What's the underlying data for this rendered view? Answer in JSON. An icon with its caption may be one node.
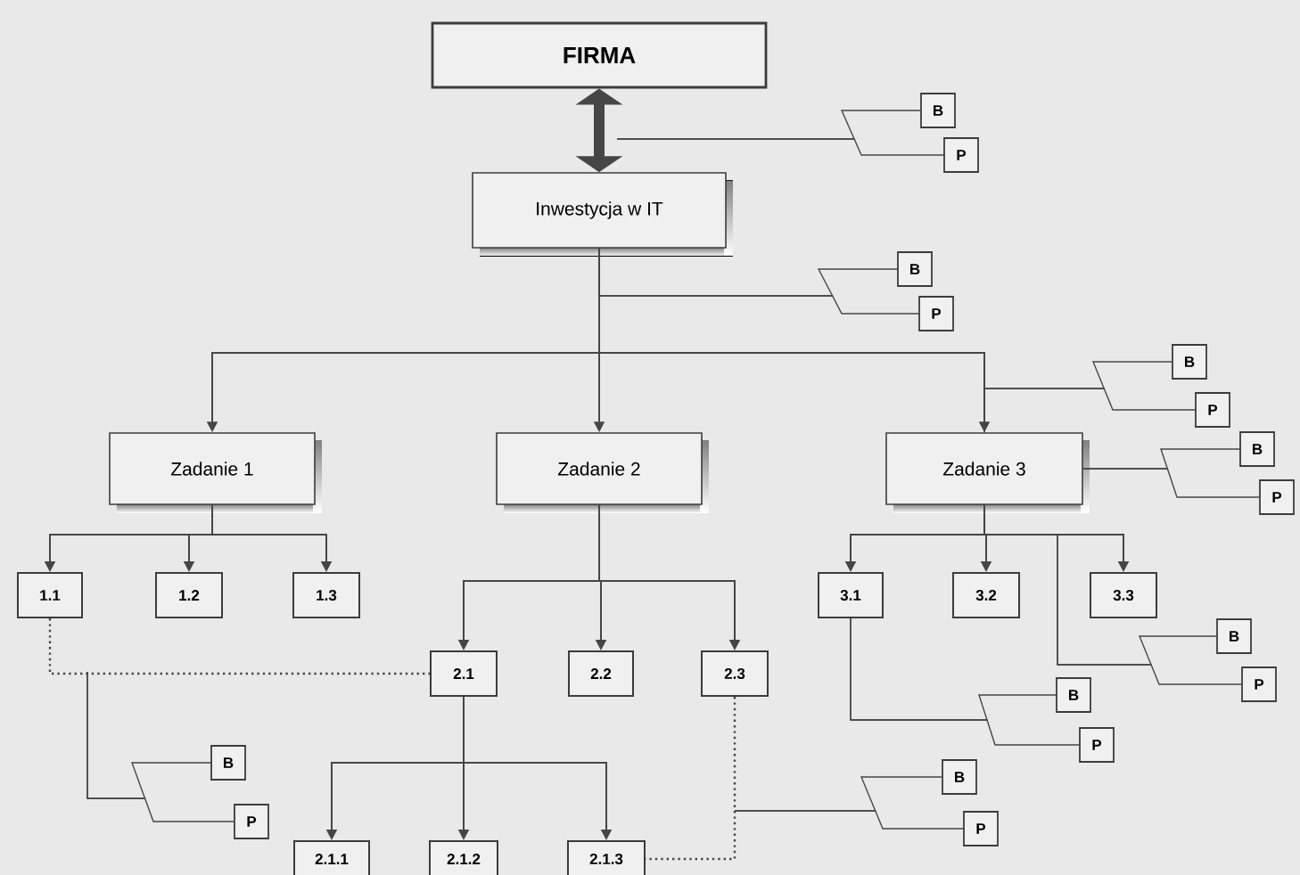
{
  "diagram": {
    "nodes": [
      {
        "text": [
          "FIRMA"
        ]
      },
      {
        "text": [
          "Inwestycja w IT"
        ]
      },
      {
        "text": [
          "Zadanie 1"
        ]
      },
      {
        "text": [
          "Zadanie 2"
        ]
      },
      {
        "text": [
          "Zadanie 3"
        ]
      },
      {
        "text": [
          "1.1"
        ]
      },
      {
        "text": [
          "1.2"
        ]
      },
      {
        "text": [
          "1.3"
        ]
      },
      {
        "text": [
          "2.1"
        ]
      },
      {
        "text": [
          "2.2"
        ]
      },
      {
        "text": [
          "2.3"
        ]
      },
      {
        "text": [
          "3.1"
        ]
      },
      {
        "text": [
          "3.2"
        ]
      },
      {
        "text": [
          "3.3"
        ]
      },
      {
        "text": [
          "2.1.1"
        ]
      },
      {
        "text": [
          "2.1.2"
        ]
      },
      {
        "text": [
          "2.1.3"
        ]
      },
      {
        "text": [
          "B"
        ]
      },
      {
        "text": [
          "P"
        ]
      },
      {
        "text": [
          "B"
        ]
      },
      {
        "text": [
          "P"
        ]
      },
      {
        "text": [
          "B"
        ]
      },
      {
        "text": [
          "P"
        ]
      },
      {
        "text": [
          "B"
        ]
      },
      {
        "text": [
          "P"
        ]
      },
      {
        "text": [
          "B"
        ]
      },
      {
        "text": [
          "P"
        ]
      },
      {
        "text": [
          "B"
        ]
      },
      {
        "text": [
          "P"
        ]
      },
      {
        "text": [
          "B"
        ]
      },
      {
        "text": [
          "P"
        ]
      },
      {
        "text": [
          "B"
        ]
      },
      {
        "text": [
          "P"
        ]
      }
    ],
    "edges": [
      {
        "from": 0,
        "to": 1,
        "arrow": "both",
        "style": "thick"
      },
      {
        "from": 1,
        "to": 2,
        "arrow": "to"
      },
      {
        "from": 1,
        "to": 3,
        "arrow": "to"
      },
      {
        "from": 1,
        "to": 4,
        "arrow": "to"
      },
      {
        "from": 2,
        "to": 5,
        "arrow": "to"
      },
      {
        "from": 2,
        "to": 6,
        "arrow": "to"
      },
      {
        "from": 2,
        "to": 7,
        "arrow": "to"
      },
      {
        "from": 3,
        "to": 8,
        "arrow": "to"
      },
      {
        "from": 3,
        "to": 9,
        "arrow": "to"
      },
      {
        "from": 3,
        "to": 10,
        "arrow": "to"
      },
      {
        "from": 4,
        "to": 11,
        "arrow": "to"
      },
      {
        "from": 4,
        "to": 12,
        "arrow": "to"
      },
      {
        "from": 4,
        "to": 13,
        "arrow": "to"
      },
      {
        "from": 8,
        "to": 14,
        "arrow": "to"
      },
      {
        "from": 8,
        "to": 15,
        "arrow": "to"
      },
      {
        "from": 8,
        "to": 16,
        "arrow": "to"
      },
      {
        "from": 5,
        "to": 8,
        "arrow": "none",
        "style": "dashed"
      },
      {
        "from": 10,
        "to": 16,
        "arrow": "none",
        "style": "dashed"
      },
      {
        "from": null,
        "to": 17,
        "arrow": "none"
      },
      {
        "from": null,
        "to": 18,
        "arrow": "none"
      },
      {
        "from": 1,
        "to": 19,
        "arrow": "none"
      },
      {
        "from": 1,
        "to": 20,
        "arrow": "none"
      },
      {
        "from": 4,
        "to": 21,
        "arrow": "none"
      },
      {
        "from": 4,
        "to": 22,
        "arrow": "none"
      },
      {
        "from": 4,
        "to": 23,
        "arrow": "none"
      },
      {
        "from": 4,
        "to": 24,
        "arrow": "none"
      },
      {
        "from": 4,
        "to": 25,
        "arrow": "none"
      },
      {
        "from": 4,
        "to": 26,
        "arrow": "none"
      },
      {
        "from": 11,
        "to": 27,
        "arrow": "none"
      },
      {
        "from": 11,
        "to": 28,
        "arrow": "none"
      },
      {
        "from": null,
        "to": 29,
        "arrow": "none"
      },
      {
        "from": null,
        "to": 30,
        "arrow": "none"
      },
      {
        "from": null,
        "to": 31,
        "arrow": "none"
      },
      {
        "from": null,
        "to": 32,
        "arrow": "none"
      }
    ]
  }
}
